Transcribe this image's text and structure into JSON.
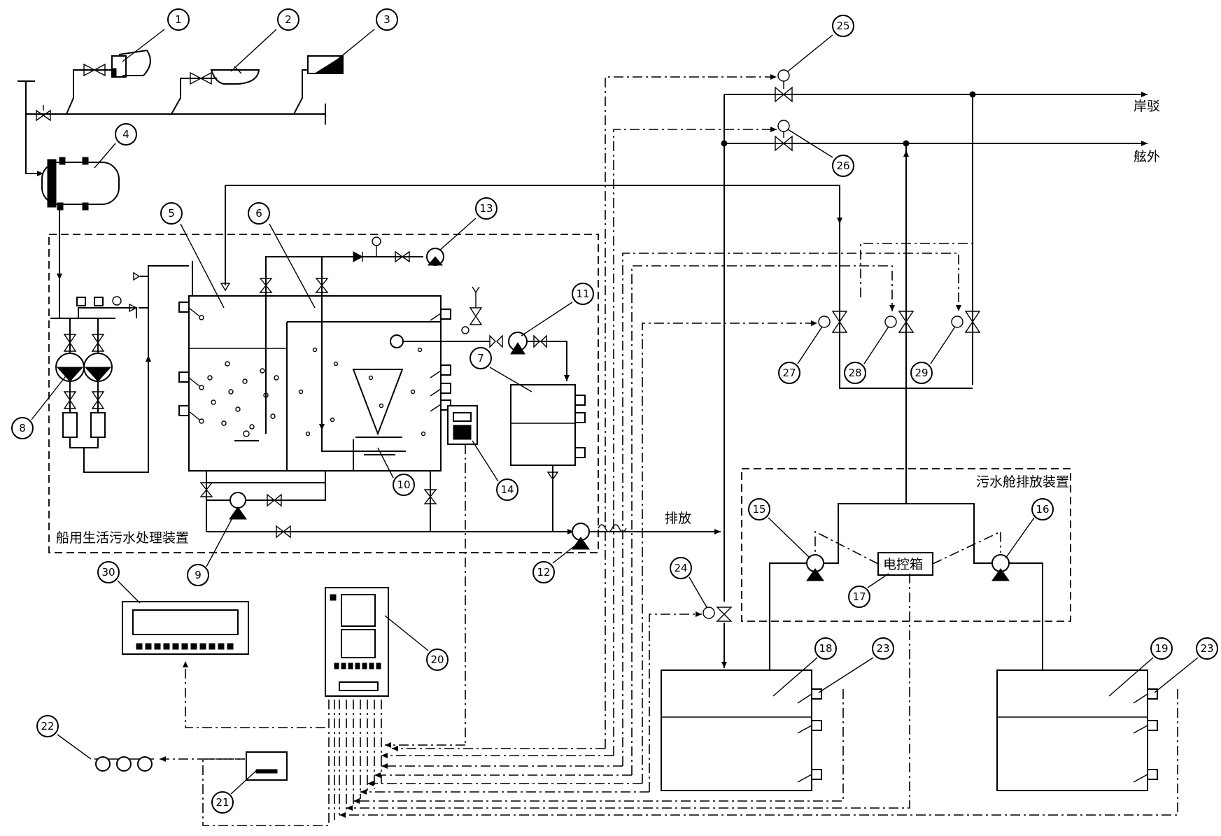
{
  "labels": {
    "unit1": "船用生活污水处理装置",
    "unit2": "污水舱排放装置",
    "control_box": "电控箱",
    "discharge": "排放",
    "shore": "岸驳",
    "overboard": "舷外"
  },
  "callouts": [
    "1",
    "2",
    "3",
    "4",
    "5",
    "6",
    "7",
    "8",
    "9",
    "10",
    "11",
    "12",
    "13",
    "14",
    "15",
    "16",
    "17",
    "18",
    "19",
    "20",
    "21",
    "22",
    "23",
    "23",
    "24",
    "25",
    "26",
    "27",
    "28",
    "29",
    "30"
  ]
}
